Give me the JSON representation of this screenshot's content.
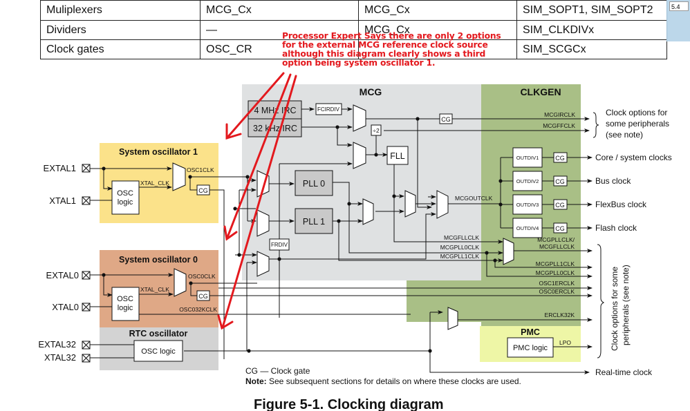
{
  "table": {
    "rows": [
      {
        "label": "Muliplexers",
        "c1": "MCG_Cx",
        "c2": "MCG_Cx",
        "c3": "SIM_SOPT1, SIM_SOPT2"
      },
      {
        "label": "Dividers",
        "c1": "—",
        "c2": "MCG_Cx",
        "c3": "SIM_CLKDIVx"
      },
      {
        "label": "Clock gates",
        "c1": "OSC_CR",
        "c2": "",
        "c3": "SIM_SCGCx"
      }
    ]
  },
  "side_panel": {
    "value": "5.4"
  },
  "annotation": {
    "text": "Processor Expert Says there are only 2 options for the external MCG reference clock source although this diagram clearly shows a third option being system oscillator 1.",
    "color": "#e3191e"
  },
  "diagram": {
    "blocks": {
      "mcg": "MCG",
      "clkgen": "CLKGEN",
      "sysosc1": "System oscillator 1",
      "sysosc0": "System oscillator 0",
      "rtc": "RTC oscillator",
      "pmc": "PMC"
    },
    "colors": {
      "mcg": "#dfe1e2",
      "clkgen": "#a9bf86",
      "sysosc1": "#fbe28a",
      "sysosc0": "#dfa886",
      "rtc": "#d3d3d3",
      "pmc": "#eef6a6"
    },
    "pins": {
      "extal1": "EXTAL1",
      "xtal1": "XTAL1",
      "extal0": "EXTAL0",
      "xtal0": "XTAL0",
      "extal32": "EXTAL32",
      "xtal32": "XTAL32"
    },
    "components": {
      "irc4m": "4 MHz IRC",
      "irc32k": "32 kHz IRC",
      "fcirdiv": "FCIRDIV",
      "div2": "÷2",
      "fll": "FLL",
      "pll0": "PLL 0",
      "pll1": "PLL 1",
      "frdiv": "FRDIV",
      "osc_logic": "OSC logic",
      "osc_logic_l1": "OSC",
      "osc_logic_l2": "logic",
      "pmc_logic": "PMC logic",
      "cg": "CG",
      "outdiv1": "OUTDIV1",
      "outdiv2": "OUTDIV2",
      "outdiv3": "OUTDIV3",
      "outdiv4": "OUTDIV4"
    },
    "signals": {
      "xtal_clk": "XTAL_CLK",
      "osc1clk": "OSC1CLK",
      "osc0clk": "OSC0CLK",
      "osc032kclk": "OSC032KCLK",
      "mcgirclk": "MCGIRCLK",
      "mcgffclk": "MCGFFCLK",
      "mcgoutclk": "MCGOUTCLK",
      "mcgfllclk": "MCGFLLCLK",
      "mcgpll0clk": "MCGPLL0CLK",
      "mcgpll1clk": "MCGPLL1CLK",
      "mcgpllclk_fll_1": "MCGPLLCLK/",
      "mcgpllclk_fll_2": "MCGFLLCLK",
      "out_mcgpll1clk": "MCGPLL1CLK",
      "out_mcgpll0clk": "MCGPLL0CLK",
      "osc1erclk": "OSC1ERCLK",
      "osc0erclk": "OSC0ERCLK",
      "erclk32k": "ERCLK32K",
      "lpo": "LPO"
    },
    "outputs": {
      "periph_opts_1": "Clock options for",
      "periph_opts_2": "some peripherals",
      "periph_opts_3": "(see note)",
      "core": "Core / system clocks",
      "bus": "Bus clock",
      "flexbus": "FlexBus clock",
      "flash": "Flash clock",
      "periph_vert_1": "Clock options for some",
      "periph_vert_2": "peripherals (see note)",
      "rtc": "Real-time clock"
    },
    "legend": {
      "cg": "CG — Clock gate",
      "note_label": "Note:",
      "note_text": " See subsequent sections for details on where these clocks are used."
    },
    "caption": "Figure 5-1. Clocking diagram"
  }
}
